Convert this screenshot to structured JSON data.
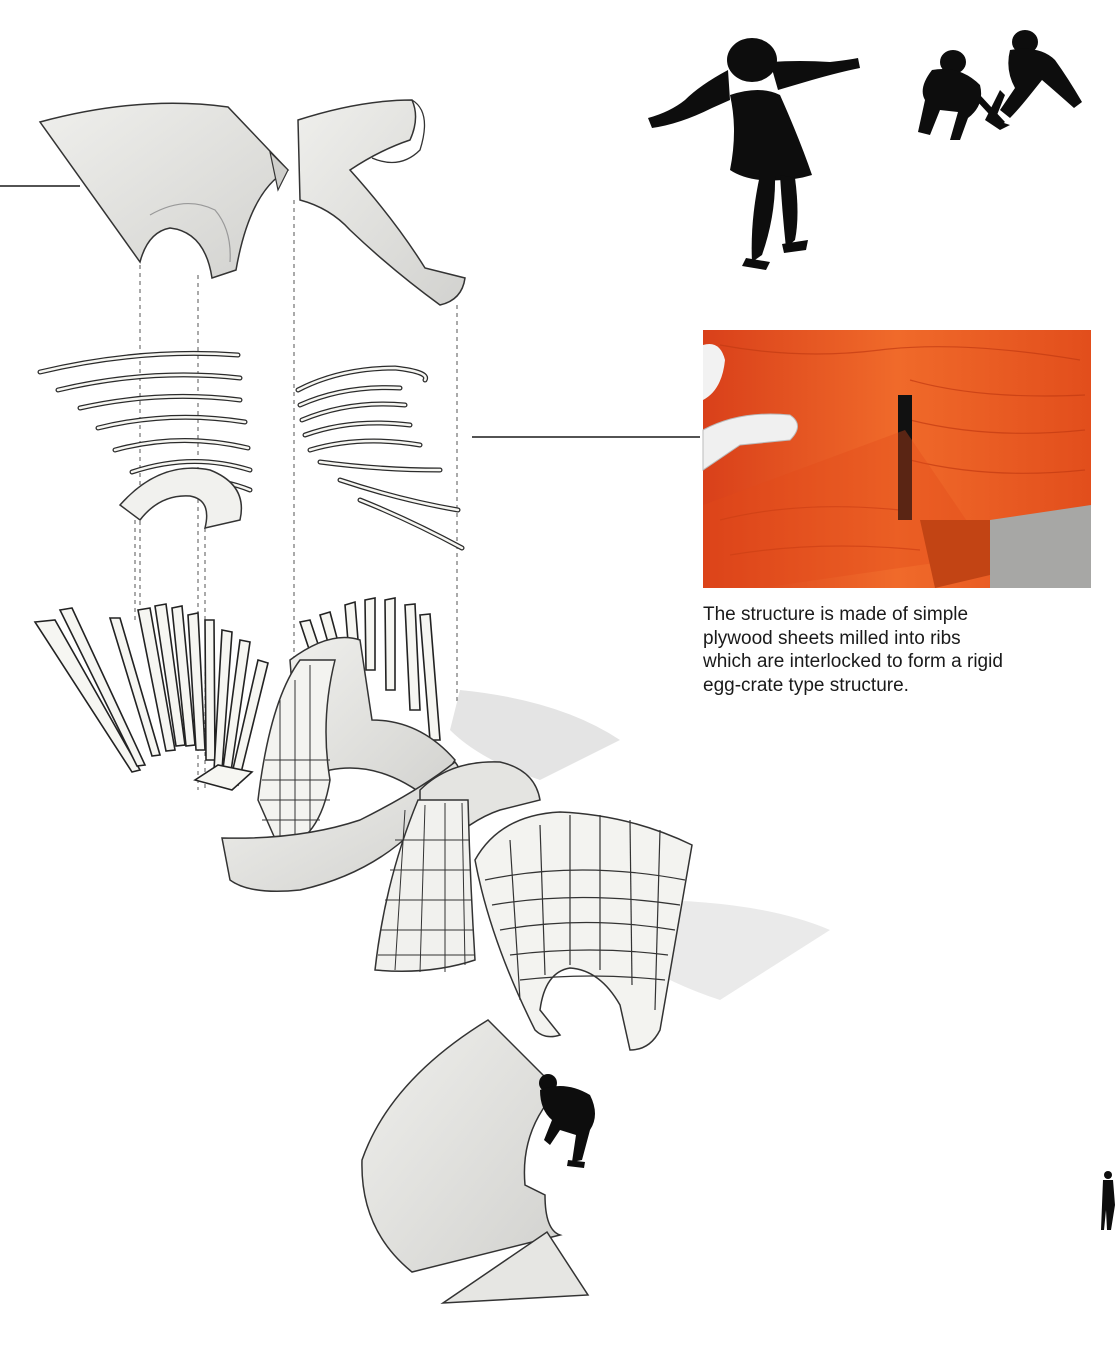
{
  "caption": {
    "lines": [
      "The structure is made of simple",
      "plywood sheets milled into ribs",
      "which are interlocked to form a rigid",
      "egg-crate type structure."
    ]
  },
  "colors": {
    "shell_fill": "#e6e6e3",
    "shell_stroke": "#333333",
    "rib_fill": "#f6f6f2",
    "silhouette": "#0d0d0d",
    "plywood_orange": "#e8551e",
    "shadow": "#e2e2e2"
  },
  "icons": {
    "figure_skater": "skater-silhouette-icon",
    "hockey_players": "hockey-players-silhouette-icon",
    "crouching_figure": "crouching-person-silhouette-icon",
    "standing_figure": "standing-person-silhouette-icon"
  }
}
